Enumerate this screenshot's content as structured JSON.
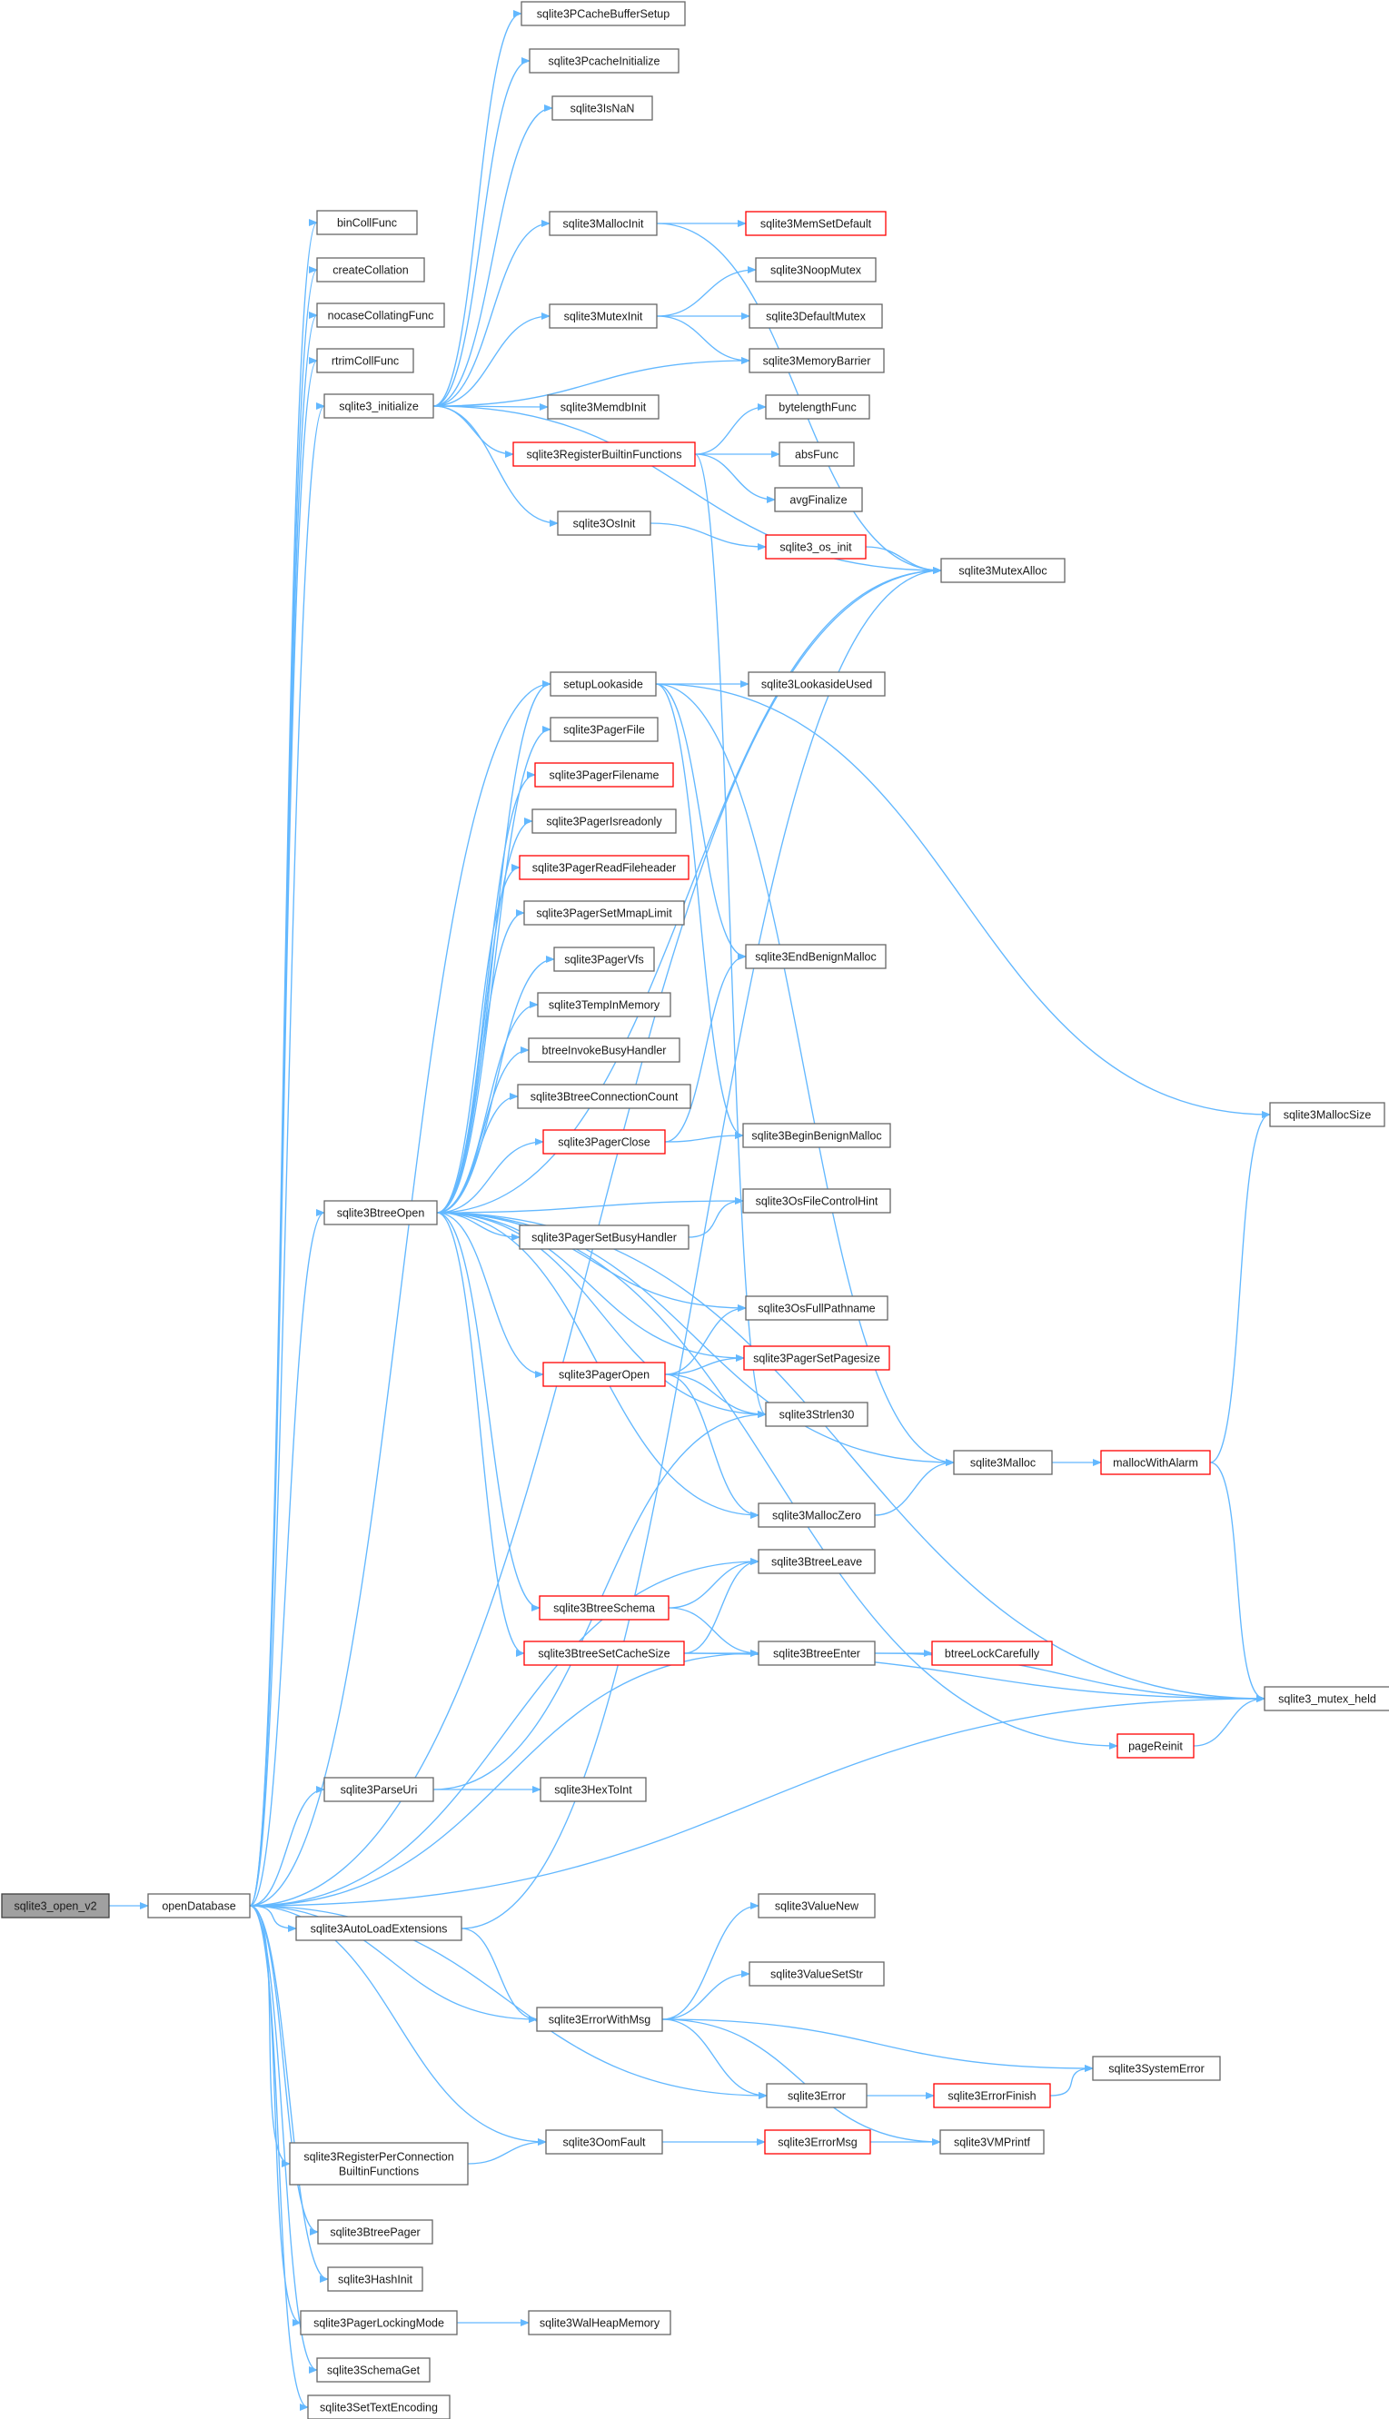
{
  "colors": {
    "edge": "#63b8ff",
    "node_border": "#666666",
    "node_fill": "#ffffff",
    "highlight_border": "#ff0000",
    "root_fill": "#a0a0a0",
    "root_border": "#404040"
  },
  "nodes": [
    {
      "id": "root",
      "label": "sqlite3_open_v2",
      "style": "root"
    },
    {
      "id": "openDatabase",
      "label": "openDatabase",
      "style": "normal"
    },
    {
      "id": "binCollFunc",
      "label": "binCollFunc",
      "style": "normal"
    },
    {
      "id": "createCollation",
      "label": "createCollation",
      "style": "normal"
    },
    {
      "id": "nocaseCollatingFunc",
      "label": "nocaseCollatingFunc",
      "style": "normal"
    },
    {
      "id": "rtrimCollFunc",
      "label": "rtrimCollFunc",
      "style": "normal"
    },
    {
      "id": "sqlite3_initialize",
      "label": "sqlite3_initialize",
      "style": "normal"
    },
    {
      "id": "sqlite3PCacheBufferSetup",
      "label": "sqlite3PCacheBufferSetup",
      "style": "normal"
    },
    {
      "id": "sqlite3PcacheInitialize",
      "label": "sqlite3PcacheInitialize",
      "style": "normal"
    },
    {
      "id": "sqlite3IsNaN",
      "label": "sqlite3IsNaN",
      "style": "normal"
    },
    {
      "id": "sqlite3MallocInit",
      "label": "sqlite3MallocInit",
      "style": "normal"
    },
    {
      "id": "sqlite3MemSetDefault",
      "label": "sqlite3MemSetDefault",
      "style": "red"
    },
    {
      "id": "sqlite3NoopMutex",
      "label": "sqlite3NoopMutex",
      "style": "normal"
    },
    {
      "id": "sqlite3MutexInit",
      "label": "sqlite3MutexInit",
      "style": "normal"
    },
    {
      "id": "sqlite3DefaultMutex",
      "label": "sqlite3DefaultMutex",
      "style": "normal"
    },
    {
      "id": "sqlite3MemoryBarrier",
      "label": "sqlite3MemoryBarrier",
      "style": "normal"
    },
    {
      "id": "sqlite3MemdbInit",
      "label": "sqlite3MemdbInit",
      "style": "normal"
    },
    {
      "id": "bytelengthFunc",
      "label": "bytelengthFunc",
      "style": "normal"
    },
    {
      "id": "sqlite3RegisterBuiltinFunctions",
      "label": "sqlite3RegisterBuiltinFunctions",
      "style": "red"
    },
    {
      "id": "absFunc",
      "label": "absFunc",
      "style": "normal"
    },
    {
      "id": "avgFinalize",
      "label": "avgFinalize",
      "style": "normal"
    },
    {
      "id": "sqlite3OsInit",
      "label": "sqlite3OsInit",
      "style": "normal"
    },
    {
      "id": "sqlite3_os_init",
      "label": "sqlite3_os_init",
      "style": "red"
    },
    {
      "id": "sqlite3MutexAlloc",
      "label": "sqlite3MutexAlloc",
      "style": "normal"
    },
    {
      "id": "setupLookaside",
      "label": "setupLookaside",
      "style": "normal"
    },
    {
      "id": "sqlite3LookasideUsed",
      "label": "sqlite3LookasideUsed",
      "style": "normal"
    },
    {
      "id": "sqlite3PagerFile",
      "label": "sqlite3PagerFile",
      "style": "normal"
    },
    {
      "id": "sqlite3PagerFilename",
      "label": "sqlite3PagerFilename",
      "style": "red"
    },
    {
      "id": "sqlite3PagerIsreadonly",
      "label": "sqlite3PagerIsreadonly",
      "style": "normal"
    },
    {
      "id": "sqlite3PagerReadFileheader",
      "label": "sqlite3PagerReadFileheader",
      "style": "red"
    },
    {
      "id": "sqlite3PagerSetMmapLimit",
      "label": "sqlite3PagerSetMmapLimit",
      "style": "normal"
    },
    {
      "id": "sqlite3PagerVfs",
      "label": "sqlite3PagerVfs",
      "style": "normal"
    },
    {
      "id": "sqlite3EndBenignMalloc",
      "label": "sqlite3EndBenignMalloc",
      "style": "normal"
    },
    {
      "id": "sqlite3TempInMemory",
      "label": "sqlite3TempInMemory",
      "style": "normal"
    },
    {
      "id": "btreeInvokeBusyHandler",
      "label": "btreeInvokeBusyHandler",
      "style": "normal"
    },
    {
      "id": "sqlite3BtreeConnectionCount",
      "label": "sqlite3BtreeConnectionCount",
      "style": "normal"
    },
    {
      "id": "sqlite3MallocSize",
      "label": "sqlite3MallocSize",
      "style": "normal"
    },
    {
      "id": "sqlite3PagerClose",
      "label": "sqlite3PagerClose",
      "style": "red"
    },
    {
      "id": "sqlite3BeginBenignMalloc",
      "label": "sqlite3BeginBenignMalloc",
      "style": "normal"
    },
    {
      "id": "sqlite3BtreeOpen",
      "label": "sqlite3BtreeOpen",
      "style": "normal"
    },
    {
      "id": "sqlite3OsFileControlHint",
      "label": "sqlite3OsFileControlHint",
      "style": "normal"
    },
    {
      "id": "sqlite3PagerSetBusyHandler",
      "label": "sqlite3PagerSetBusyHandler",
      "style": "normal"
    },
    {
      "id": "sqlite3OsFullPathname",
      "label": "sqlite3OsFullPathname",
      "style": "normal"
    },
    {
      "id": "sqlite3PagerOpen",
      "label": "sqlite3PagerOpen",
      "style": "red"
    },
    {
      "id": "sqlite3PagerSetPagesize",
      "label": "sqlite3PagerSetPagesize",
      "style": "red"
    },
    {
      "id": "sqlite3Strlen30",
      "label": "sqlite3Strlen30",
      "style": "normal"
    },
    {
      "id": "sqlite3Malloc",
      "label": "sqlite3Malloc",
      "style": "normal"
    },
    {
      "id": "mallocWithAlarm",
      "label": "mallocWithAlarm",
      "style": "red"
    },
    {
      "id": "sqlite3MallocZero",
      "label": "sqlite3MallocZero",
      "style": "normal"
    },
    {
      "id": "sqlite3BtreeLeave",
      "label": "sqlite3BtreeLeave",
      "style": "normal"
    },
    {
      "id": "sqlite3BtreeSchema",
      "label": "sqlite3BtreeSchema",
      "style": "red"
    },
    {
      "id": "sqlite3BtreeSetCacheSize",
      "label": "sqlite3BtreeSetCacheSize",
      "style": "red"
    },
    {
      "id": "sqlite3BtreeEnter",
      "label": "sqlite3BtreeEnter",
      "style": "normal"
    },
    {
      "id": "btreeLockCarefully",
      "label": "btreeLockCarefully",
      "style": "red"
    },
    {
      "id": "sqlite3_mutex_held",
      "label": "sqlite3_mutex_held",
      "style": "normal"
    },
    {
      "id": "pageReinit",
      "label": "pageReinit",
      "style": "red"
    },
    {
      "id": "sqlite3ParseUri",
      "label": "sqlite3ParseUri",
      "style": "normal"
    },
    {
      "id": "sqlite3HexToInt",
      "label": "sqlite3HexToInt",
      "style": "normal"
    },
    {
      "id": "sqlite3ValueNew",
      "label": "sqlite3ValueNew",
      "style": "normal"
    },
    {
      "id": "sqlite3AutoLoadExtensions",
      "label": "sqlite3AutoLoadExtensions",
      "style": "normal"
    },
    {
      "id": "sqlite3ValueSetStr",
      "label": "sqlite3ValueSetStr",
      "style": "normal"
    },
    {
      "id": "sqlite3ErrorWithMsg",
      "label": "sqlite3ErrorWithMsg",
      "style": "normal"
    },
    {
      "id": "sqlite3SystemError",
      "label": "sqlite3SystemError",
      "style": "normal"
    },
    {
      "id": "sqlite3Error",
      "label": "sqlite3Error",
      "style": "normal"
    },
    {
      "id": "sqlite3ErrorFinish",
      "label": "sqlite3ErrorFinish",
      "style": "red"
    },
    {
      "id": "sqlite3OomFault",
      "label": "sqlite3OomFault",
      "style": "normal"
    },
    {
      "id": "sqlite3ErrorMsg",
      "label": "sqlite3ErrorMsg",
      "style": "red"
    },
    {
      "id": "sqlite3VMPrintf",
      "label": "sqlite3VMPrintf",
      "style": "normal"
    },
    {
      "id": "sqlite3RegisterPerConnectionBuiltinFunctions",
      "label": "sqlite3RegisterPerConnection",
      "label2": "BuiltinFunctions",
      "style": "normal"
    },
    {
      "id": "sqlite3BtreePager",
      "label": "sqlite3BtreePager",
      "style": "normal"
    },
    {
      "id": "sqlite3HashInit",
      "label": "sqlite3HashInit",
      "style": "normal"
    },
    {
      "id": "sqlite3PagerLockingMode",
      "label": "sqlite3PagerLockingMode",
      "style": "normal"
    },
    {
      "id": "sqlite3WalHeapMemory",
      "label": "sqlite3WalHeapMemory",
      "style": "normal"
    },
    {
      "id": "sqlite3SchemaGet",
      "label": "sqlite3SchemaGet",
      "style": "normal"
    },
    {
      "id": "sqlite3SetTextEncoding",
      "label": "sqlite3SetTextEncoding",
      "style": "normal"
    }
  ],
  "edges": [
    [
      "root",
      "openDatabase"
    ],
    [
      "openDatabase",
      "binCollFunc"
    ],
    [
      "openDatabase",
      "createCollation"
    ],
    [
      "openDatabase",
      "nocaseCollatingFunc"
    ],
    [
      "openDatabase",
      "rtrimCollFunc"
    ],
    [
      "openDatabase",
      "sqlite3_initialize"
    ],
    [
      "openDatabase",
      "sqlite3MutexAlloc"
    ],
    [
      "openDatabase",
      "setupLookaside"
    ],
    [
      "openDatabase",
      "sqlite3BtreeOpen"
    ],
    [
      "openDatabase",
      "sqlite3ParseUri"
    ],
    [
      "openDatabase",
      "sqlite3BtreeLeave"
    ],
    [
      "openDatabase",
      "sqlite3BtreeEnter"
    ],
    [
      "openDatabase",
      "sqlite3AutoLoadExtensions"
    ],
    [
      "openDatabase",
      "sqlite3ErrorWithMsg"
    ],
    [
      "openDatabase",
      "sqlite3Error"
    ],
    [
      "openDatabase",
      "sqlite3OomFault"
    ],
    [
      "openDatabase",
      "sqlite3RegisterPerConnectionBuiltinFunctions"
    ],
    [
      "openDatabase",
      "sqlite3BtreePager"
    ],
    [
      "openDatabase",
      "sqlite3HashInit"
    ],
    [
      "openDatabase",
      "sqlite3PagerLockingMode"
    ],
    [
      "openDatabase",
      "sqlite3SchemaGet"
    ],
    [
      "openDatabase",
      "sqlite3SetTextEncoding"
    ],
    [
      "openDatabase",
      "sqlite3_mutex_held"
    ],
    [
      "sqlite3_initialize",
      "sqlite3PCacheBufferSetup"
    ],
    [
      "sqlite3_initialize",
      "sqlite3PcacheInitialize"
    ],
    [
      "sqlite3_initialize",
      "sqlite3IsNaN"
    ],
    [
      "sqlite3_initialize",
      "sqlite3MallocInit"
    ],
    [
      "sqlite3_initialize",
      "sqlite3MutexInit"
    ],
    [
      "sqlite3_initialize",
      "sqlite3MemoryBarrier"
    ],
    [
      "sqlite3_initialize",
      "sqlite3MemdbInit"
    ],
    [
      "sqlite3_initialize",
      "sqlite3RegisterBuiltinFunctions"
    ],
    [
      "sqlite3_initialize",
      "sqlite3OsInit"
    ],
    [
      "sqlite3_initialize",
      "sqlite3MutexAlloc"
    ],
    [
      "sqlite3MallocInit",
      "sqlite3MemSetDefault"
    ],
    [
      "sqlite3MallocInit",
      "sqlite3MutexAlloc"
    ],
    [
      "sqlite3MutexInit",
      "sqlite3NoopMutex"
    ],
    [
      "sqlite3MutexInit",
      "sqlite3DefaultMutex"
    ],
    [
      "sqlite3MutexInit",
      "sqlite3MemoryBarrier"
    ],
    [
      "sqlite3RegisterBuiltinFunctions",
      "bytelengthFunc"
    ],
    [
      "sqlite3RegisterBuiltinFunctions",
      "absFunc"
    ],
    [
      "sqlite3RegisterBuiltinFunctions",
      "avgFinalize"
    ],
    [
      "sqlite3RegisterBuiltinFunctions",
      "sqlite3Strlen30"
    ],
    [
      "sqlite3OsInit",
      "sqlite3_os_init"
    ],
    [
      "sqlite3_os_init",
      "sqlite3MutexAlloc"
    ],
    [
      "setupLookaside",
      "sqlite3LookasideUsed"
    ],
    [
      "setupLookaside",
      "sqlite3EndBenignMalloc"
    ],
    [
      "setupLookaside",
      "sqlite3BeginBenignMalloc"
    ],
    [
      "setupLookaside",
      "sqlite3MallocSize"
    ],
    [
      "setupLookaside",
      "sqlite3Malloc"
    ],
    [
      "sqlite3BtreeOpen",
      "sqlite3MutexAlloc"
    ],
    [
      "sqlite3BtreeOpen",
      "sqlite3PagerFile"
    ],
    [
      "sqlite3BtreeOpen",
      "sqlite3PagerFilename"
    ],
    [
      "sqlite3BtreeOpen",
      "sqlite3PagerIsreadonly"
    ],
    [
      "sqlite3BtreeOpen",
      "sqlite3PagerReadFileheader"
    ],
    [
      "sqlite3BtreeOpen",
      "sqlite3PagerSetMmapLimit"
    ],
    [
      "sqlite3BtreeOpen",
      "sqlite3PagerVfs"
    ],
    [
      "sqlite3BtreeOpen",
      "sqlite3TempInMemory"
    ],
    [
      "sqlite3BtreeOpen",
      "btreeInvokeBusyHandler"
    ],
    [
      "sqlite3BtreeOpen",
      "sqlite3BtreeConnectionCount"
    ],
    [
      "sqlite3BtreeOpen",
      "sqlite3PagerClose"
    ],
    [
      "sqlite3BtreeOpen",
      "sqlite3OsFileControlHint"
    ],
    [
      "sqlite3BtreeOpen",
      "sqlite3PagerSetBusyHandler"
    ],
    [
      "sqlite3BtreeOpen",
      "sqlite3OsFullPathname"
    ],
    [
      "sqlite3BtreeOpen",
      "sqlite3PagerOpen"
    ],
    [
      "sqlite3BtreeOpen",
      "sqlite3PagerSetPagesize"
    ],
    [
      "sqlite3BtreeOpen",
      "sqlite3Strlen30"
    ],
    [
      "sqlite3BtreeOpen",
      "sqlite3Malloc"
    ],
    [
      "sqlite3BtreeOpen",
      "sqlite3MallocZero"
    ],
    [
      "sqlite3BtreeOpen",
      "sqlite3BtreeSchema"
    ],
    [
      "sqlite3BtreeOpen",
      "sqlite3BtreeSetCacheSize"
    ],
    [
      "sqlite3BtreeOpen",
      "pageReinit"
    ],
    [
      "sqlite3BtreeOpen",
      "sqlite3_mutex_held"
    ],
    [
      "sqlite3BtreeOpen",
      "setupLookaside"
    ],
    [
      "sqlite3PagerClose",
      "sqlite3EndBenignMalloc"
    ],
    [
      "sqlite3PagerClose",
      "sqlite3BeginBenignMalloc"
    ],
    [
      "sqlite3PagerSetBusyHandler",
      "sqlite3OsFileControlHint"
    ],
    [
      "sqlite3PagerOpen",
      "sqlite3OsFullPathname"
    ],
    [
      "sqlite3PagerOpen",
      "sqlite3PagerSetPagesize"
    ],
    [
      "sqlite3PagerOpen",
      "sqlite3Strlen30"
    ],
    [
      "sqlite3PagerOpen",
      "sqlite3MallocZero"
    ],
    [
      "sqlite3Malloc",
      "mallocWithAlarm"
    ],
    [
      "mallocWithAlarm",
      "sqlite3MallocSize"
    ],
    [
      "mallocWithAlarm",
      "sqlite3_mutex_held"
    ],
    [
      "sqlite3MallocZero",
      "sqlite3Malloc"
    ],
    [
      "sqlite3BtreeSchema",
      "sqlite3BtreeLeave"
    ],
    [
      "sqlite3BtreeSchema",
      "sqlite3BtreeEnter"
    ],
    [
      "sqlite3BtreeSetCacheSize",
      "sqlite3BtreeLeave"
    ],
    [
      "sqlite3BtreeSetCacheSize",
      "sqlite3BtreeEnter"
    ],
    [
      "sqlite3BtreeSetCacheSize",
      "sqlite3_mutex_held"
    ],
    [
      "sqlite3BtreeEnter",
      "btreeLockCarefully"
    ],
    [
      "sqlite3BtreeEnter",
      "sqlite3_mutex_held"
    ],
    [
      "pageReinit",
      "sqlite3_mutex_held"
    ],
    [
      "sqlite3ParseUri",
      "sqlite3HexToInt"
    ],
    [
      "sqlite3ParseUri",
      "sqlite3Strlen30"
    ],
    [
      "sqlite3AutoLoadExtensions",
      "sqlite3ErrorWithMsg"
    ],
    [
      "sqlite3AutoLoadExtensions",
      "sqlite3MutexAlloc"
    ],
    [
      "sqlite3ErrorWithMsg",
      "sqlite3ValueNew"
    ],
    [
      "sqlite3ErrorWithMsg",
      "sqlite3ValueSetStr"
    ],
    [
      "sqlite3ErrorWithMsg",
      "sqlite3SystemError"
    ],
    [
      "sqlite3ErrorWithMsg",
      "sqlite3Error"
    ],
    [
      "sqlite3ErrorWithMsg",
      "sqlite3VMPrintf"
    ],
    [
      "sqlite3Error",
      "sqlite3ErrorFinish"
    ],
    [
      "sqlite3ErrorFinish",
      "sqlite3SystemError"
    ],
    [
      "sqlite3OomFault",
      "sqlite3ErrorMsg"
    ],
    [
      "sqlite3ErrorMsg",
      "sqlite3VMPrintf"
    ],
    [
      "sqlite3RegisterPerConnectionBuiltinFunctions",
      "sqlite3OomFault"
    ],
    [
      "sqlite3PagerLockingMode",
      "sqlite3WalHeapMemory"
    ]
  ]
}
